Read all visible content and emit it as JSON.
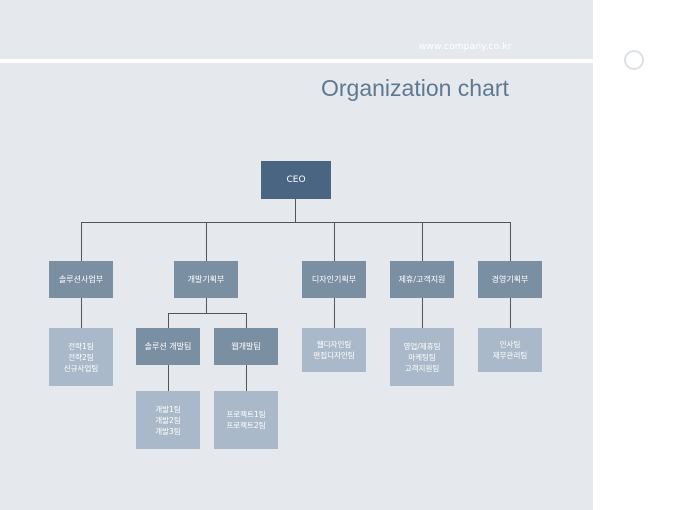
{
  "header": {
    "url": "www.company.co.kr",
    "title": "Organization chart"
  },
  "org": {
    "ceo": "CEO",
    "departments": [
      {
        "name": "솔루션사업부",
        "teams": [
          "전략1팀",
          "전략2팀",
          "신규사업팀"
        ]
      },
      {
        "name": "개발기획부",
        "subunits": [
          {
            "name": "솔루션 개발팀",
            "teams": [
              "개발1팀",
              "개발2팀",
              "개발3팀"
            ]
          },
          {
            "name": "웹개발팀",
            "teams": [
              "프로젝트1팀",
              "프로젝트2팀"
            ]
          }
        ]
      },
      {
        "name": "디자인기획부",
        "teams": [
          "웹디자인팀",
          "편집디자인팀"
        ]
      },
      {
        "name": "제휴/고객지원",
        "teams": [
          "영업/제휴팀",
          "마케팅팀",
          "고객지원팀"
        ]
      },
      {
        "name": "경영기획부",
        "teams": [
          "인사팀",
          "재무관리팀"
        ]
      }
    ]
  },
  "colors": {
    "background": "#e5e9ee",
    "ceo": "#4a6582",
    "department": "#7b8fa3",
    "team": "#aab9c9",
    "title": "#5f7890",
    "connector": "#555555"
  }
}
